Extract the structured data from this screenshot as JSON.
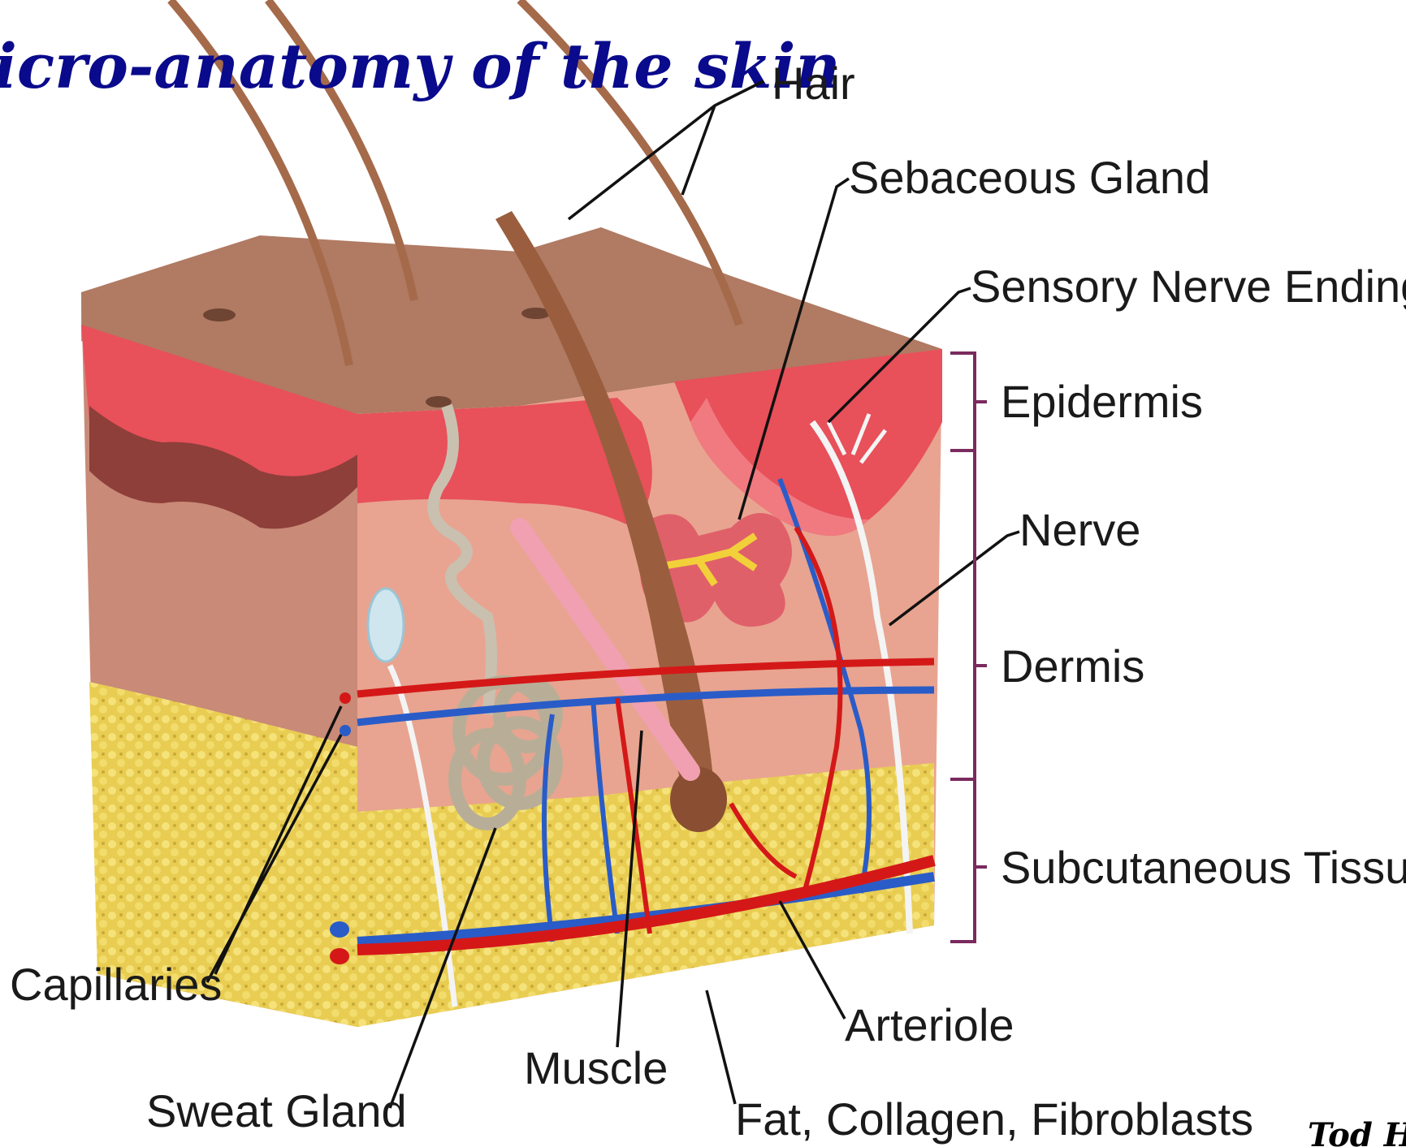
{
  "title": "icro-anatomy of the skin",
  "credit": "Tod H",
  "labels": {
    "hair": "Hair",
    "sebaceous_gland": "Sebaceous Gland",
    "sensory_nerve_ending": "Sensory Nerve Ending",
    "epidermis": "Epidermis",
    "nerve": "Nerve",
    "dermis": "Dermis",
    "subcutaneous_tissue": "Subcutaneous Tissue",
    "capillaries": "Capillaries",
    "arteriole": "Arteriole",
    "muscle": "Muscle",
    "sweat_gland": "Sweat Gland",
    "fat_collagen_fibroblasts": "Fat, Collagen, Fibroblasts"
  },
  "colors": {
    "title": "#0a0a8c",
    "skin_surface": "#b57f68",
    "epidermis": "#e8505a",
    "dermis": "#e3a08c",
    "subcutaneous_fat": "#e6c84a",
    "artery": "#d41818",
    "vein": "#2a5cc8",
    "bracket": "#7a2a5e"
  }
}
